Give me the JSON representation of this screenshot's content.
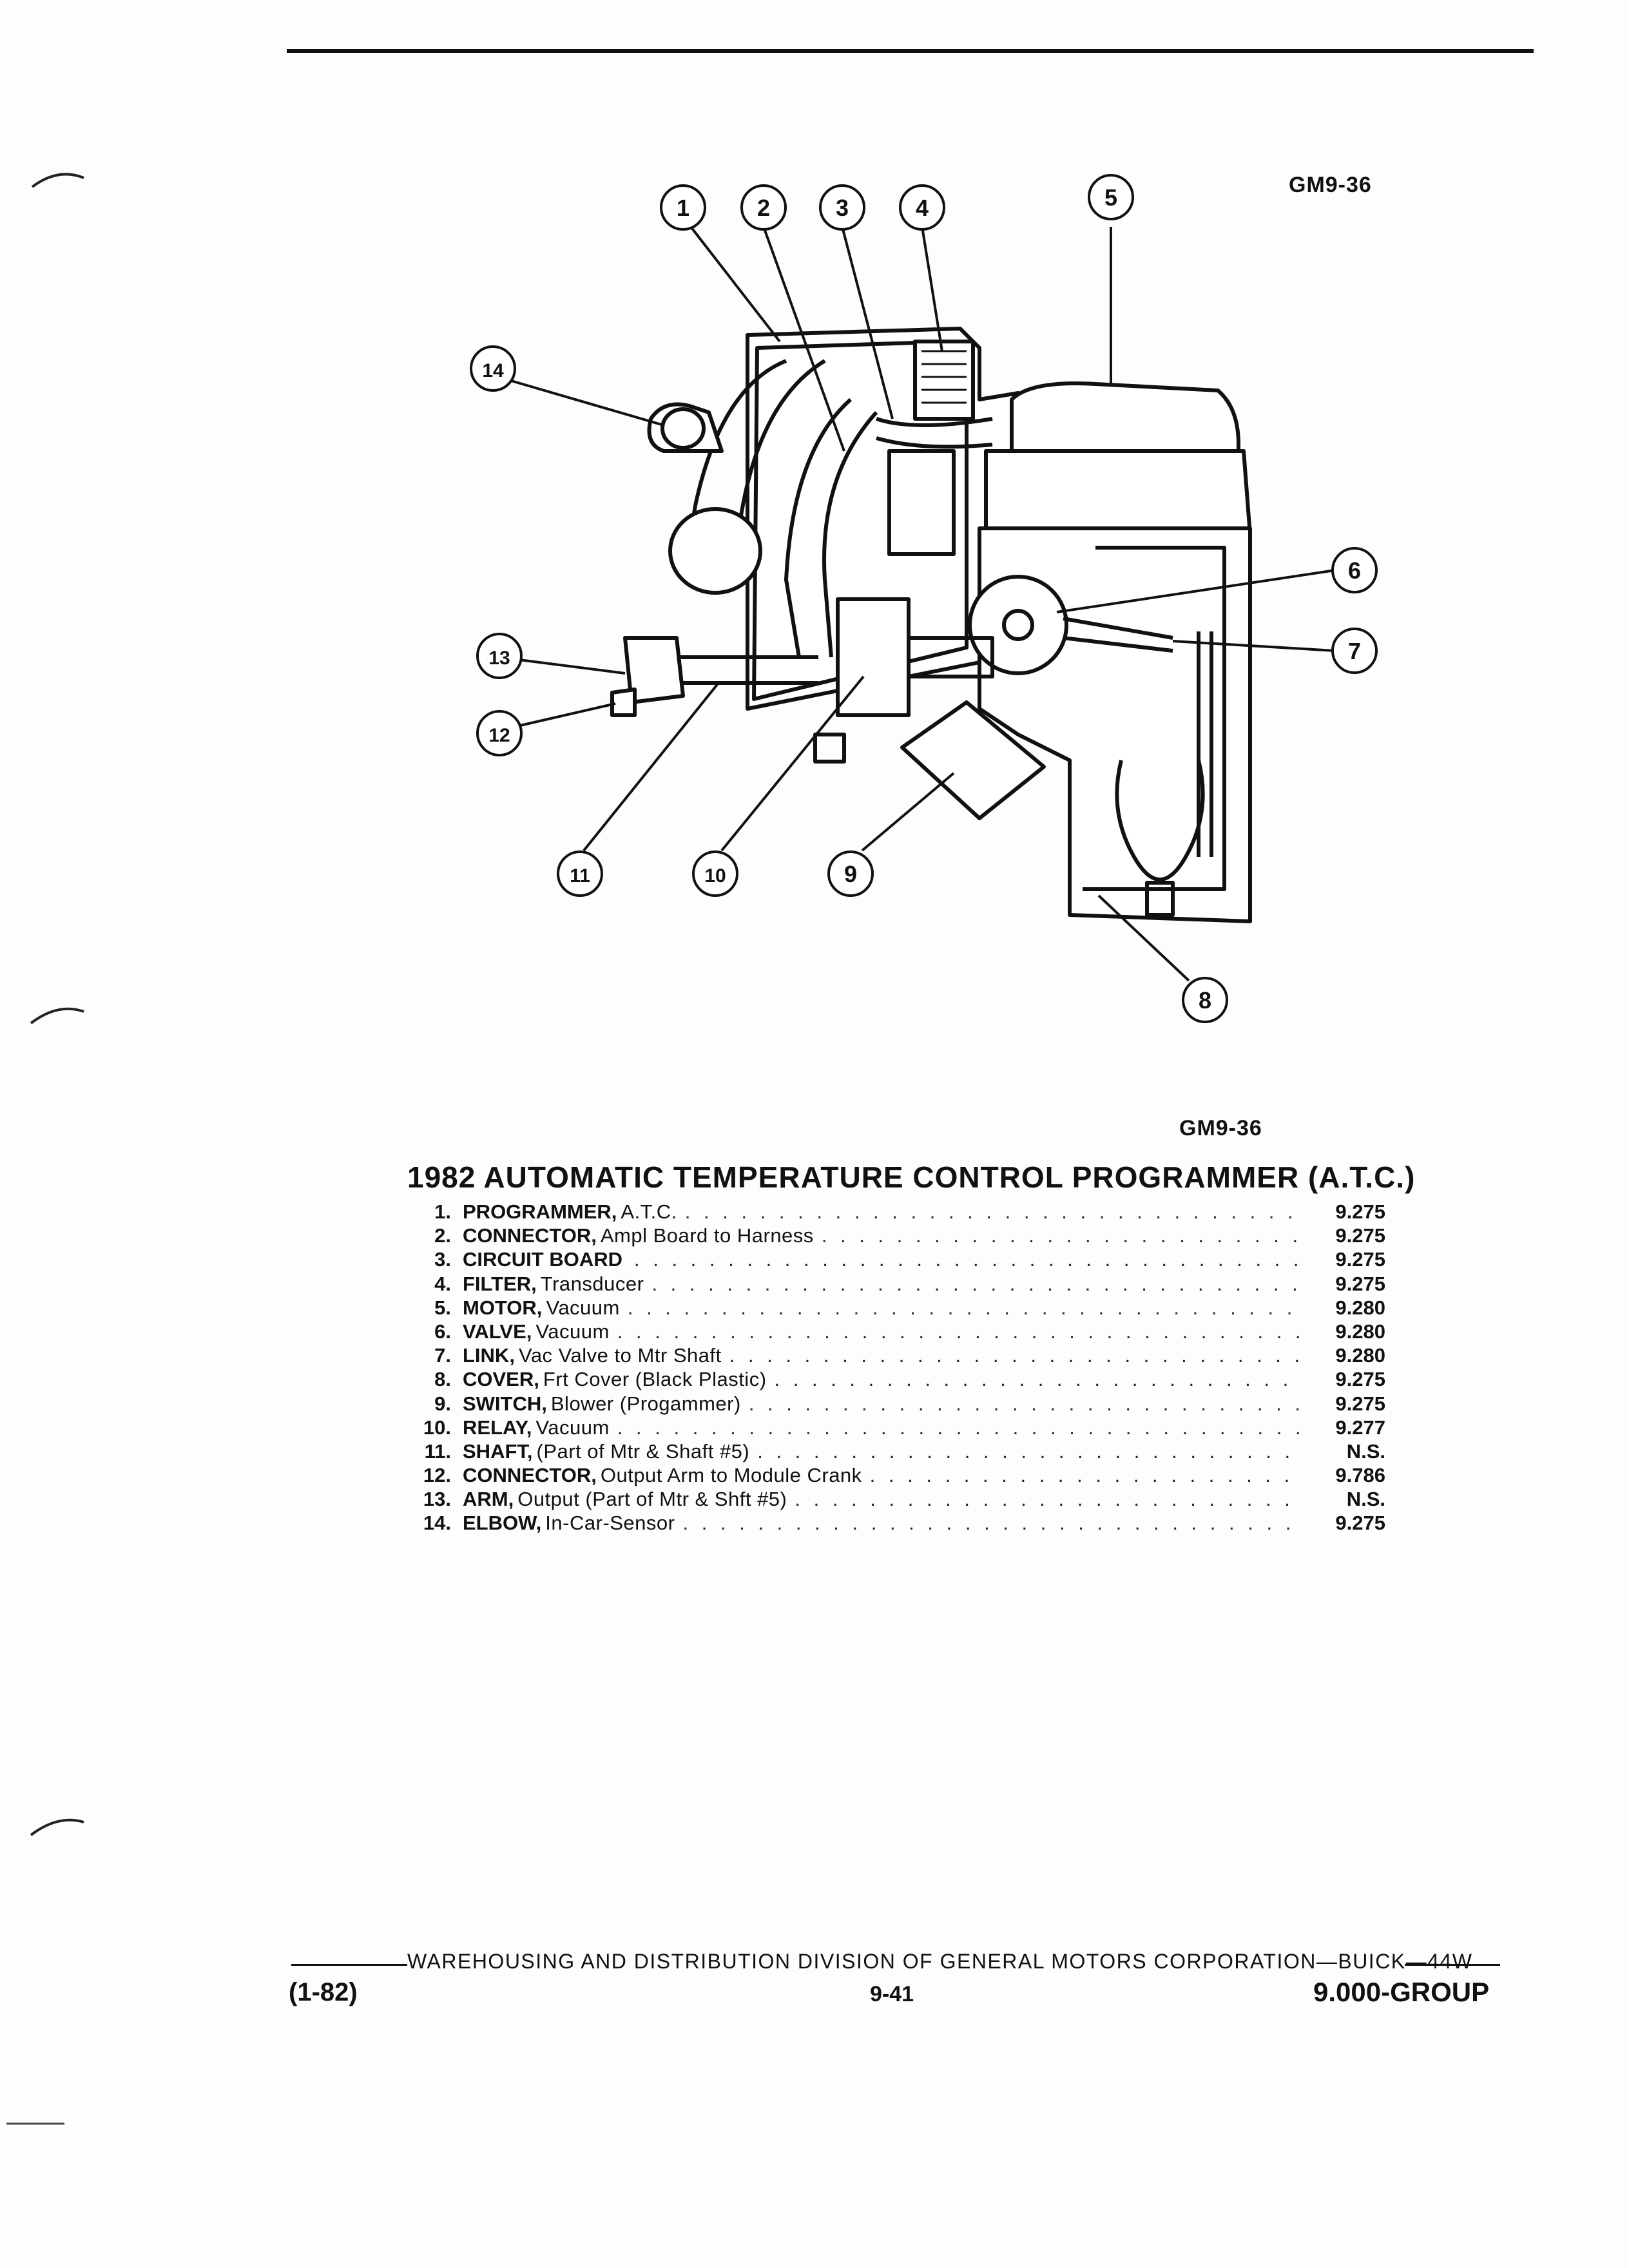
{
  "figure": {
    "ref_code_top": "GM9-36",
    "ref_code_bottom": "GM9-36",
    "callouts": [
      "1",
      "2",
      "3",
      "4",
      "5",
      "6",
      "7",
      "8",
      "9",
      "10",
      "11",
      "12",
      "13",
      "14"
    ]
  },
  "title": "1982 AUTOMATIC TEMPERATURE CONTROL PROGRAMMER (A.T.C.)",
  "parts": [
    {
      "num": "1.",
      "name": "PROGRAMMER,",
      "desc": "A.T.C.",
      "ref": "9.275"
    },
    {
      "num": "2.",
      "name": "CONNECTOR,",
      "desc": "Ampl Board to Harness",
      "ref": "9.275"
    },
    {
      "num": "3.",
      "name": "CIRCUIT BOARD",
      "desc": "",
      "ref": "9.275"
    },
    {
      "num": "4.",
      "name": "FILTER,",
      "desc": "Transducer",
      "ref": "9.275"
    },
    {
      "num": "5.",
      "name": "MOTOR,",
      "desc": "Vacuum",
      "ref": "9.280"
    },
    {
      "num": "6.",
      "name": "VALVE,",
      "desc": "Vacuum",
      "ref": "9.280"
    },
    {
      "num": "7.",
      "name": "LINK,",
      "desc": "Vac Valve to Mtr Shaft",
      "ref": "9.280"
    },
    {
      "num": "8.",
      "name": "COVER,",
      "desc": "Frt Cover (Black Plastic)",
      "ref": "9.275"
    },
    {
      "num": "9.",
      "name": "SWITCH,",
      "desc": "Blower (Progammer)",
      "ref": "9.275"
    },
    {
      "num": "10.",
      "name": "RELAY,",
      "desc": "Vacuum",
      "ref": "9.277"
    },
    {
      "num": "11.",
      "name": "SHAFT,",
      "desc": "(Part of Mtr & Shaft #5)",
      "ref": "N.S."
    },
    {
      "num": "12.",
      "name": "CONNECTOR,",
      "desc": "Output Arm to Module Crank",
      "ref": "9.786"
    },
    {
      "num": "13.",
      "name": "ARM,",
      "desc": "Output (Part of Mtr & Shft #5)",
      "ref": "N.S."
    },
    {
      "num": "14.",
      "name": "ELBOW,",
      "desc": "In-Car-Sensor",
      "ref": "9.275"
    }
  ],
  "footer": {
    "division": "WAREHOUSING AND DISTRIBUTION  DIVISION OF GENERAL MOTORS CORPORATION—BUICK—44W",
    "date": "(1-82)",
    "page": "9-41",
    "group": "9.000-GROUP"
  }
}
